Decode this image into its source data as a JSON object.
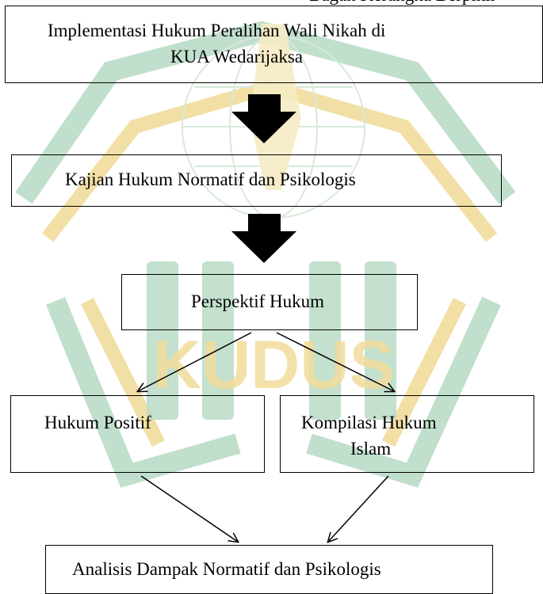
{
  "watermark": {
    "text": "KUDUS",
    "color_green": "#b9dcc6",
    "color_gold": "#f1dc9b"
  },
  "header_fragment": "Bagan Kerangka Berpikir",
  "colors": {
    "line": "#000000",
    "arrow_fill": "#000000"
  },
  "boxes": {
    "implementation": {
      "line1": "Implementasi Hukum Peralihan Wali Nikah di",
      "line2": "KUA Wedarijaksa"
    },
    "normative": "Kajian Hukum Normatif  dan Psikologis",
    "perspective": "Perspektif Hukum",
    "positive_law": "Hukum Positif",
    "khi": {
      "line1": "Kompilasi Hukum",
      "line2": "Islam"
    },
    "analysis": "Analisis Dampak Normatif dan Psikologis"
  }
}
